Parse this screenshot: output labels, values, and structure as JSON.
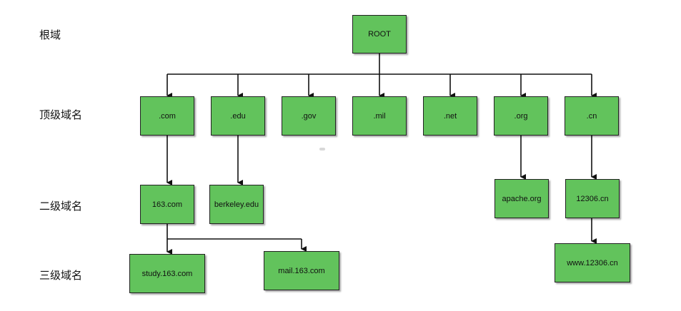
{
  "levels": {
    "root": "根域",
    "top": "顶级域名",
    "second": "二级域名",
    "third": "三级域名"
  },
  "nodes": {
    "root": "ROOT",
    "com": ".com",
    "edu": ".edu",
    "gov": ".gov",
    "mil": ".mil",
    "net": ".net",
    "org": ".org",
    "cn": ".cn",
    "c163": "163.com",
    "berkeley": "berkeley.edu",
    "apache": "apache.org",
    "c12306": "12306.cn",
    "study163": "study.163.com",
    "mail163": "mail.163.com",
    "www12306": "www.12306.cn"
  },
  "colors": {
    "node_fill": "#62c35c",
    "edge": "#111111"
  }
}
